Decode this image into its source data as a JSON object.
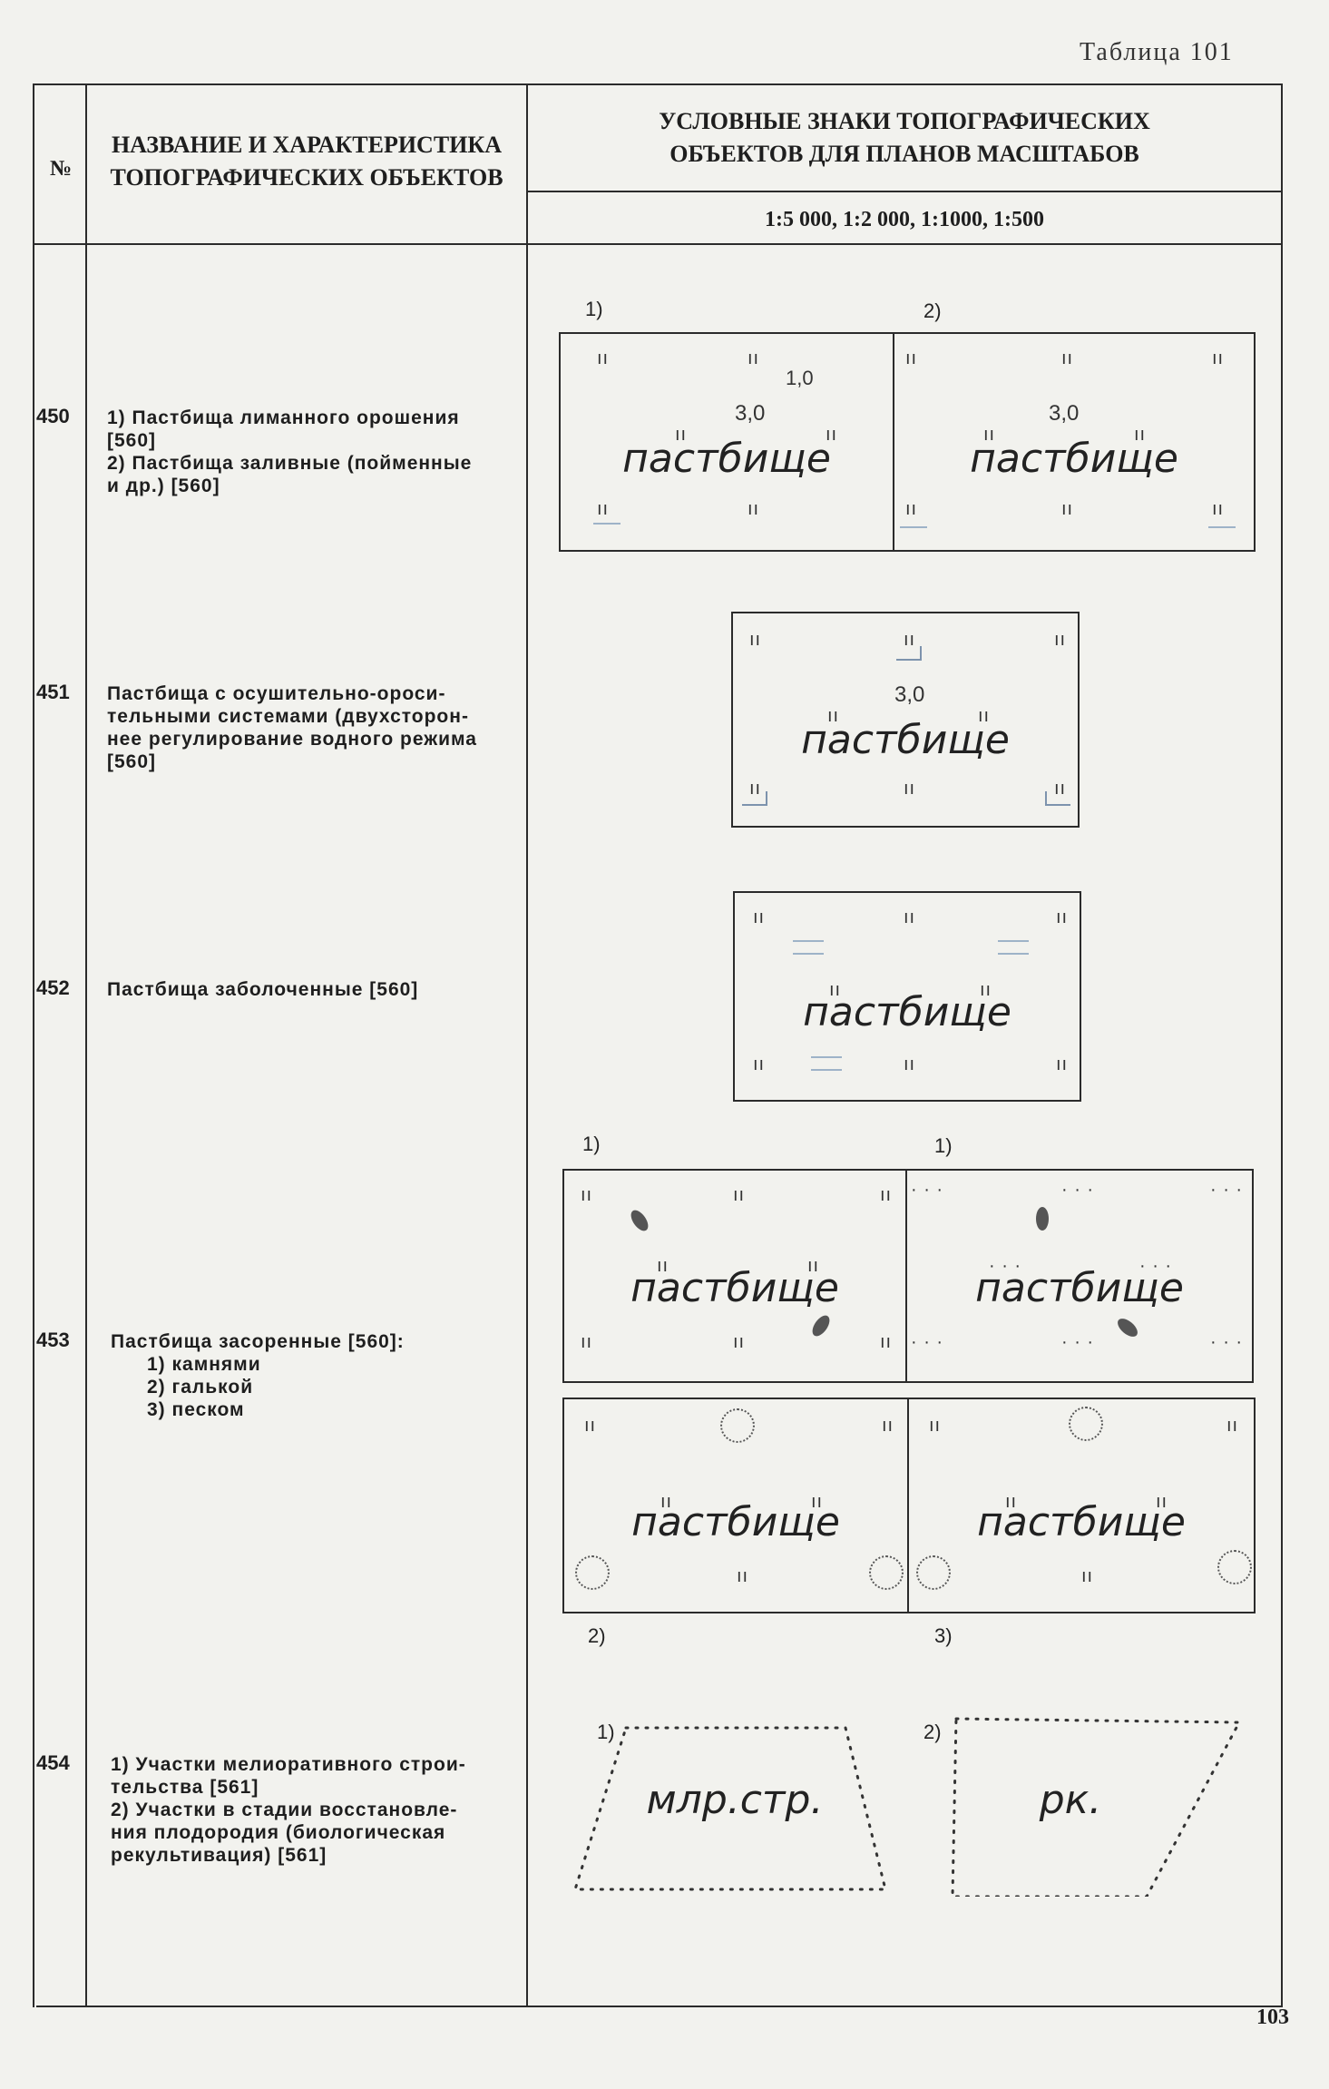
{
  "page": {
    "table_caption": "Таблица 101",
    "page_number": "103"
  },
  "header": {
    "col_num": "№",
    "col_name_1": "НАЗВАНИЕ И ХАРАКТЕРИСТИКА",
    "col_name_2": "ТОПОГРАФИЧЕСКИХ ОБЪЕКТОВ",
    "col_symbols_1": "УСЛОВНЫЕ ЗНАКИ ТОПОГРАФИЧЕСКИХ",
    "col_symbols_2": "ОБЪЕКТОВ ДЛЯ ПЛАНОВ МАСШТАБОВ",
    "scales": "1:5 000, 1:2 000, 1:1000, 1:500"
  },
  "symbol_word": "пастбище",
  "tick_mark": "ıı",
  "dims": {
    "d30": "3,0",
    "d10": "1,0"
  },
  "rows": [
    {
      "num": "450",
      "lines": [
        "1) Пастбища лиманного орошения",
        "[560]",
        "2) Пастбища заливные (пойменные",
        "и др.) [560]"
      ],
      "sub_labels": [
        "1)",
        "2)"
      ]
    },
    {
      "num": "451",
      "lines": [
        "Пастбища с осушительно-ороси-",
        "тельными системами (двухсторон-",
        "нее регулирование водного режима",
        "[560]"
      ]
    },
    {
      "num": "452",
      "lines": [
        "Пастбища заболоченные [560]"
      ]
    },
    {
      "num": "453",
      "lines": [
        "Пастбища засоренные [560]:",
        "1) камнями",
        "2) галькой",
        "3) песком"
      ],
      "sub_labels": [
        "1)",
        "1)",
        "2)",
        "3)"
      ]
    },
    {
      "num": "454",
      "lines": [
        "1) Участки мелиоративного строи-",
        "тельства [561]",
        "2) Участки в стадии восстановле-",
        "ния плодородия (биологическая",
        "рекультивация) [561]"
      ],
      "sub_labels": [
        "1)",
        "2)"
      ],
      "symbol_words": [
        "млр.стр.",
        "рк."
      ]
    }
  ]
}
